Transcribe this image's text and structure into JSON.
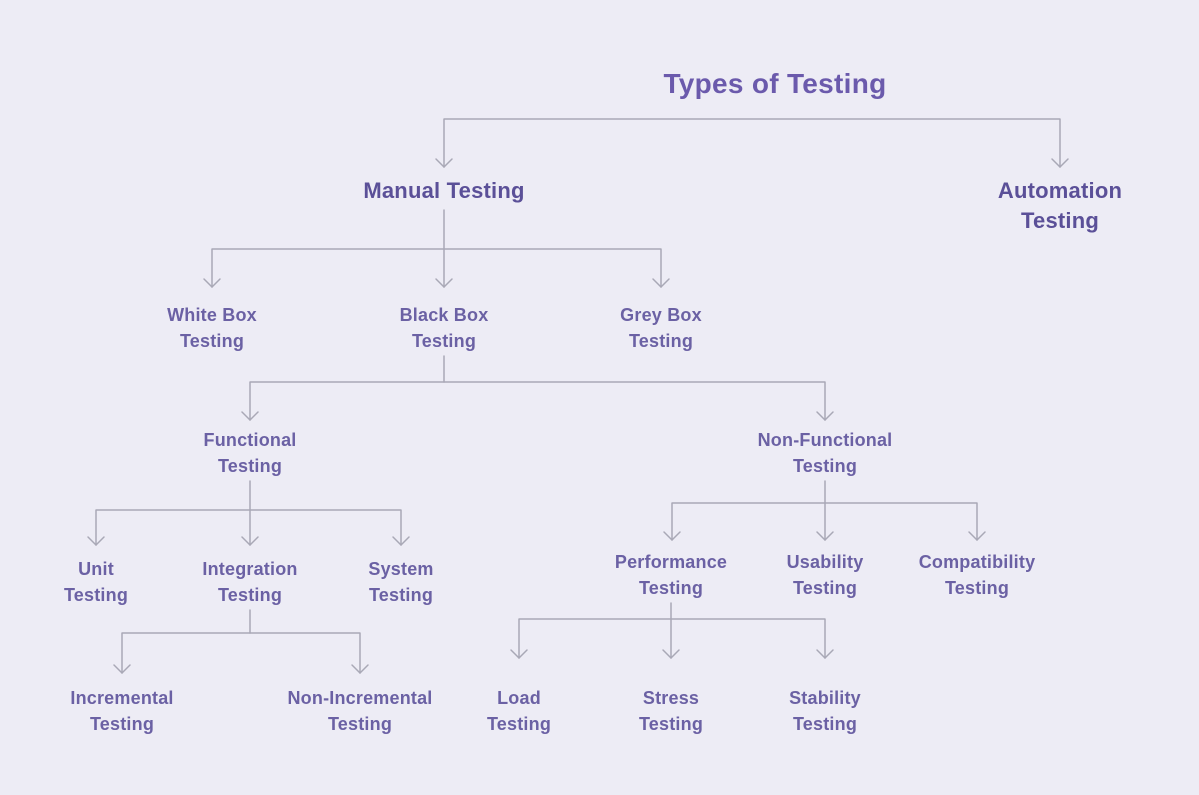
{
  "title": "Types of Testing",
  "colors": {
    "background": "#EDECF5",
    "line": "#A9A8B6",
    "title_text": "#6B5AAC",
    "level1_text": "#5B5098",
    "node_text": "#6B61A4"
  },
  "nodes": {
    "manual": "Manual Testing",
    "automation": "Automation Testing",
    "white_box": "White Box Testing",
    "black_box": "Black Box Testing",
    "grey_box": "Grey Box Testing",
    "functional": "Functional Testing",
    "non_functional": "Non-Functional Testing",
    "unit": "Unit Testing",
    "integration": "Integration Testing",
    "system": "System Testing",
    "incremental": "Incremental Testing",
    "non_incremental": "Non-Incremental Testing",
    "performance": "Performance Testing",
    "usability": "Usability Testing",
    "compatibility": "Compatibility Testing",
    "load": "Load Testing",
    "stress": "Stress Testing",
    "stability": "Stability Testing"
  },
  "hierarchy": {
    "root": "title",
    "children": {
      "title": [
        "manual",
        "automation"
      ],
      "manual": [
        "white_box",
        "black_box",
        "grey_box"
      ],
      "black_box": [
        "functional",
        "non_functional"
      ],
      "functional": [
        "unit",
        "integration",
        "system"
      ],
      "integration": [
        "incremental",
        "non_incremental"
      ],
      "non_functional": [
        "performance",
        "usability",
        "compatibility"
      ],
      "performance": [
        "load",
        "stress",
        "stability"
      ]
    }
  }
}
